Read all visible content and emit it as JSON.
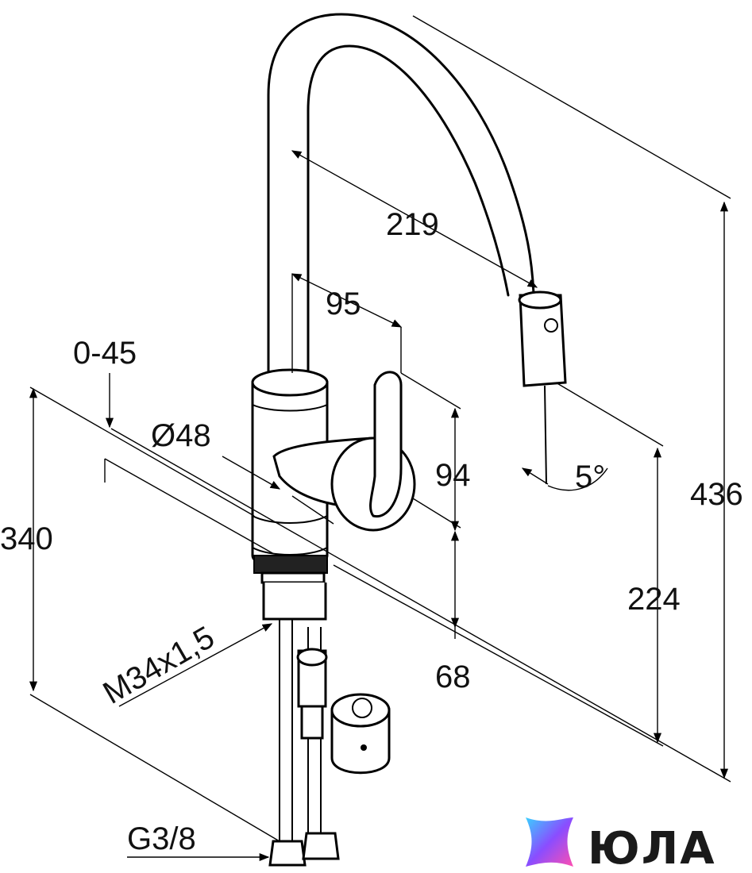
{
  "dimensions": {
    "spout_reach": "219",
    "lever_offset": "95",
    "swivel_range": "0-45",
    "body_diameter": "Ø48",
    "handle_height": "94",
    "total_height": "436",
    "overall_to_deck": "340",
    "outlet_height": "224",
    "spray_angle": "5°",
    "base_height": "68",
    "mount_thread": "M34x1,5",
    "hose_connection": "G3/8"
  },
  "logo": {
    "text": "ЮЛА",
    "gradient_start": "#3ad0ff",
    "gradient_mid": "#8a4dff",
    "gradient_end": "#ff4fb0"
  }
}
